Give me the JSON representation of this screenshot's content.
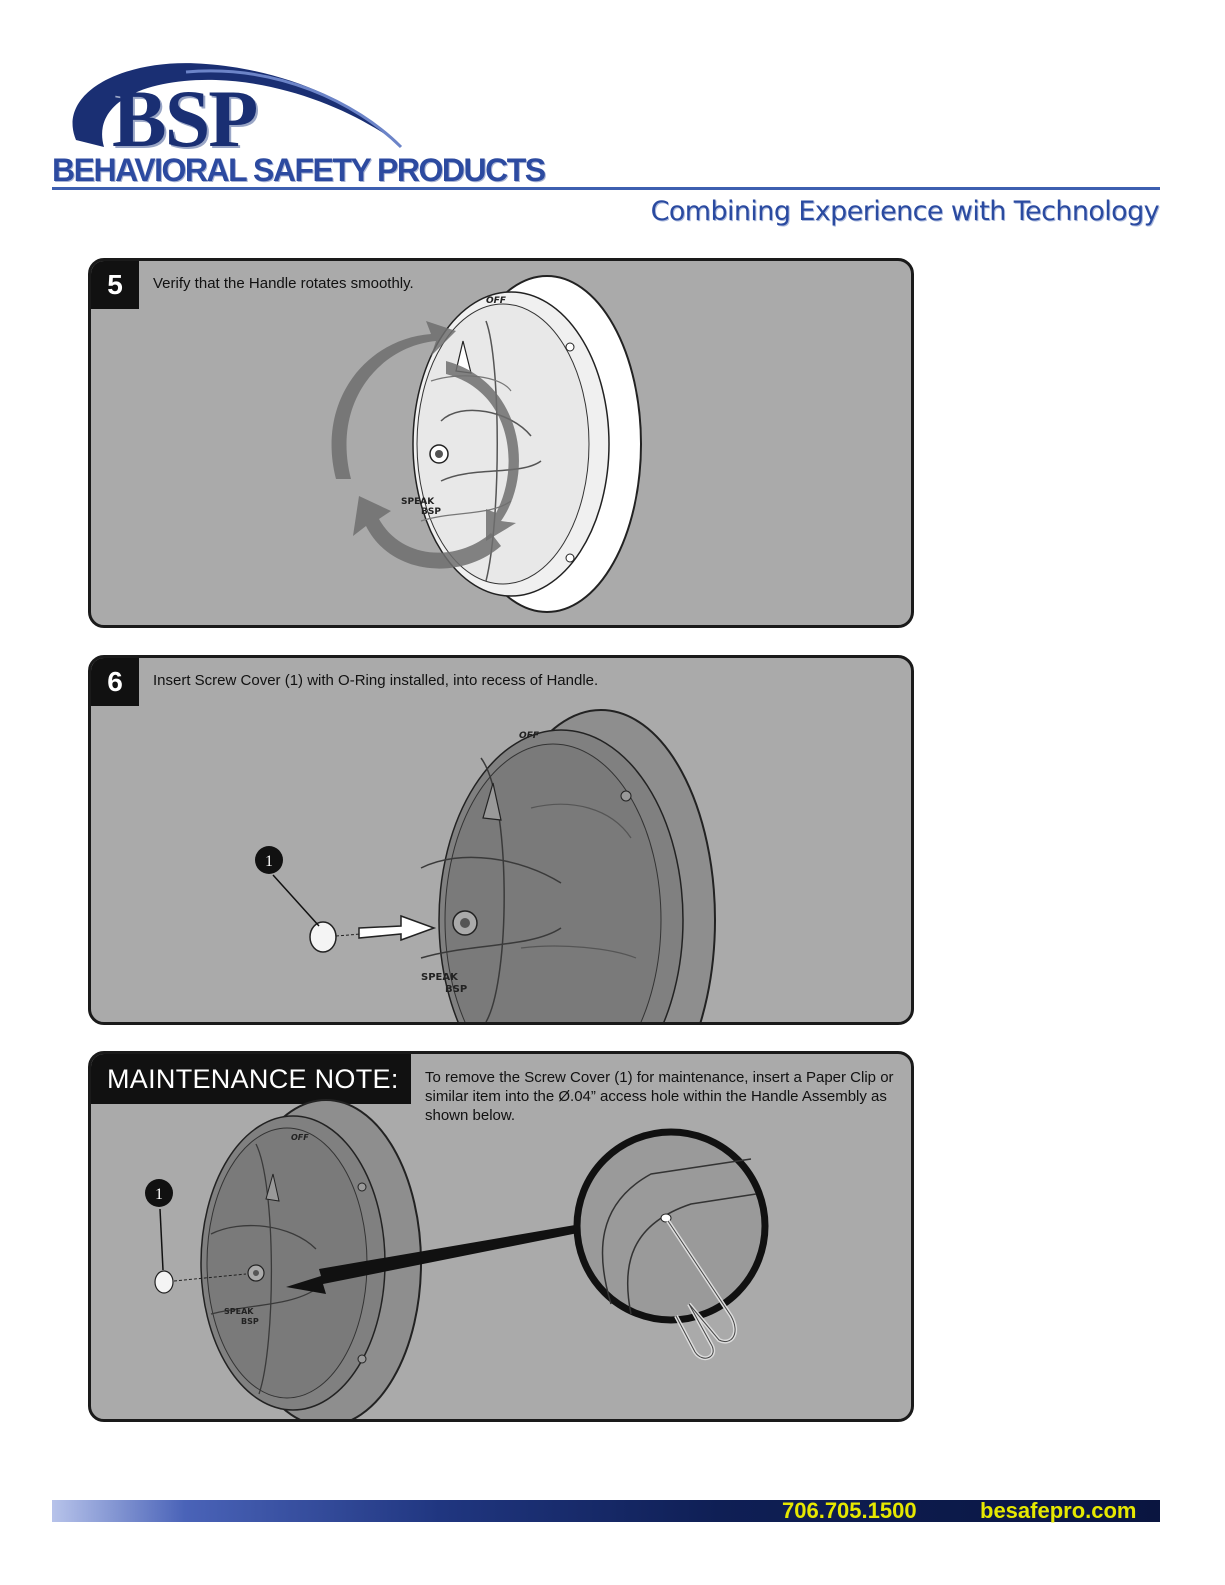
{
  "header": {
    "logo_text": "BSP",
    "company": "BEHAVIORAL SAFETY PRODUCTS",
    "tagline": "Combining Experience with Technology"
  },
  "step5": {
    "number": "5",
    "text": "Verify that the Handle rotates smoothly.",
    "label_off": "OFF",
    "label_speaker": "SPEAK",
    "label_bsp": "BSP"
  },
  "step6": {
    "number": "6",
    "text": "Insert Screw Cover (1) with O-Ring installed, into recess of Handle.",
    "callout": "1",
    "label_off": "OFF",
    "label_speaker": "SPEAK",
    "label_bsp": "BSP"
  },
  "maintenance": {
    "title": "MAINTENANCE NOTE:",
    "text": "To remove the Screw Cover (1) for maintenance, insert a Paper Clip or similar item into the Ø.04” access hole within the Handle Assembly as shown below.",
    "callout": "1",
    "label_off": "OFF",
    "label_speaker": "SPEAK",
    "label_bsp": "BSP"
  },
  "footer": {
    "phone": "706.705.1500",
    "website": "besafepro.com"
  }
}
